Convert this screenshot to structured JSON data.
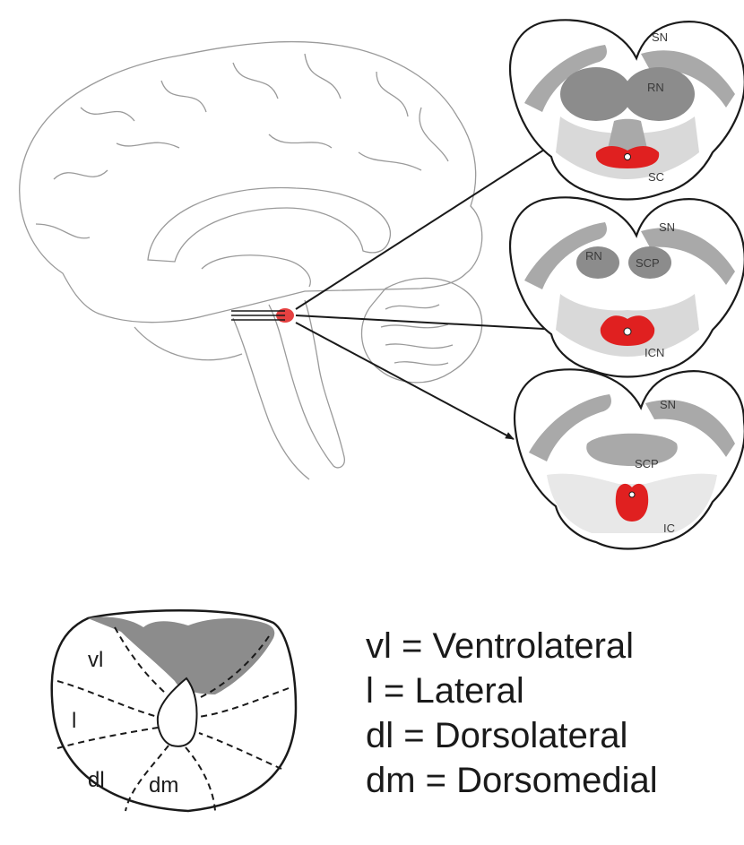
{
  "sections": {
    "top": {
      "labels": [
        "SN",
        "RN",
        "SC"
      ]
    },
    "middle": {
      "labels": [
        "SN",
        "RN",
        "SCP",
        "ICN"
      ]
    },
    "bottom": {
      "labels": [
        "SN",
        "SCP",
        "IC"
      ]
    }
  },
  "pag": {
    "columns": [
      "vl",
      "l",
      "dl",
      "dm"
    ]
  },
  "legend": [
    "vl = Ventrolateral",
    "l = Lateral",
    "dl = Dorsolateral",
    "dm = Dorsomedial"
  ],
  "colors": {
    "highlight": "#e02020",
    "outline": "#1a1a1a",
    "brain_line": "#9a9a9a",
    "dark_gray": "#8c8c8c",
    "mid_gray": "#a9a9a9",
    "light_gray": "#d9d9d9"
  }
}
